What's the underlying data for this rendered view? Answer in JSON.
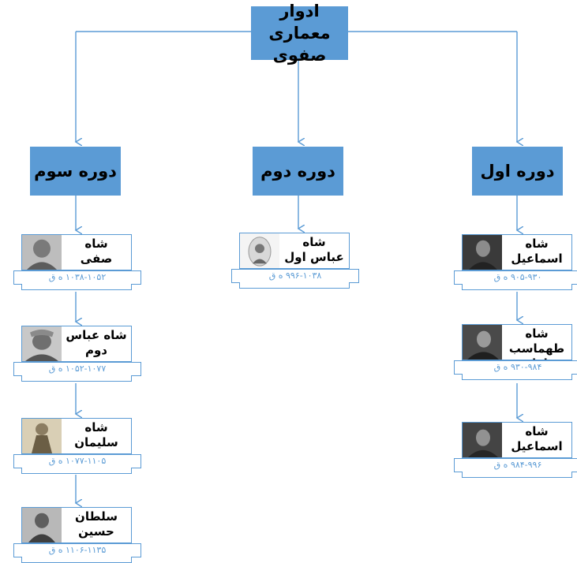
{
  "colors": {
    "accent": "#5b9bd5",
    "connector": "#5b9bd5"
  },
  "root": {
    "title": "ادوار معماری صفوی"
  },
  "periods": [
    {
      "title": "دوره سوم",
      "rulers": [
        {
          "name": "شاه\nصفی",
          "dates": "۱۰۳۸-۱۰۵۲ ه ق",
          "portrait": "portrait-icon"
        },
        {
          "name": "شاه عباس\nدوم",
          "dates": "۱۰۵۲-۱۰۷۷ ه ق",
          "portrait": "portrait-icon"
        },
        {
          "name": "شاه سلیمان",
          "dates": "۱۰۷۷-۱۱۰۵ ه ق",
          "portrait": "portrait-icon"
        },
        {
          "name": "سلطان\nحسین",
          "dates": "۱۱۰۶-۱۱۳۵ ه ق",
          "portrait": "portrait-icon"
        }
      ]
    },
    {
      "title": "دوره دوم",
      "rulers": [
        {
          "name": "شاه\nعباس اول",
          "dates": "۹۹۶-۱۰۳۸ ه ق",
          "portrait": "portrait-icon"
        }
      ]
    },
    {
      "title": "دوره اول",
      "rulers": [
        {
          "name": "شاه\nاسماعیل",
          "dates": "۹۰۵-۹۳۰ ه ق",
          "portrait": "portrait-icon"
        },
        {
          "name": "شاه\nطهماسب اول",
          "dates": "۹۳۰-۹۸۴ ه ق",
          "portrait": "portrait-icon"
        },
        {
          "name": "شاه\nاسماعیل دوم",
          "dates": "۹۸۴-۹۹۶ ه ق",
          "portrait": "portrait-icon"
        }
      ]
    }
  ]
}
